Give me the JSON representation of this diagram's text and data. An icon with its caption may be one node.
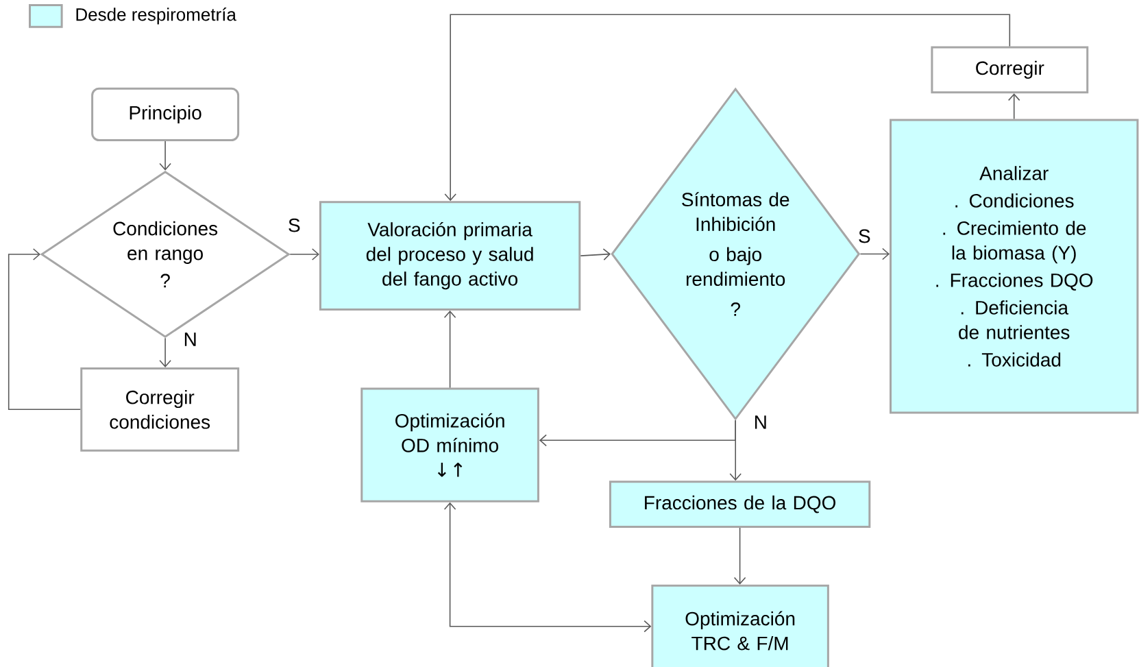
{
  "diagram": {
    "nodes": [
      {
        "text": [
          "Principio"
        ]
      },
      {
        "text": [
          "Condiciones en rango",
          "?"
        ]
      },
      {
        "text": [
          "Corregir condiciones"
        ]
      },
      {
        "text": [
          "Valoración primaria del proceso y salud del fango activo"
        ]
      },
      {
        "text": [
          "Síntomas de Inhibición",
          "o bajo rendimiento",
          "?"
        ]
      },
      {
        "text": [
          "Analizar",
          ". Condiciones",
          ". Crecimiento de la biomasa (Y)",
          ". Fracciones DQO",
          ". Deficiencia de nutrientes",
          ". Toxicidad"
        ]
      },
      {
        "text": [
          "Corregir"
        ]
      },
      {
        "text": [
          "Optimización OD mínimo",
          "↓↑"
        ]
      },
      {
        "text": [
          "Fracciones de la DQO"
        ]
      },
      {
        "text": [
          "Optimización TRC & F/M"
        ]
      }
    ],
    "edges": [
      {
        "from": 0,
        "to": 1,
        "arrow": "to"
      },
      {
        "from": 1,
        "to": 3,
        "arrow": "to",
        "label": "S"
      },
      {
        "from": 1,
        "to": 2,
        "arrow": "to",
        "label": "N"
      },
      {
        "from": 2,
        "to": 1,
        "arrow": "to"
      },
      {
        "from": 3,
        "to": 4,
        "arrow": "to"
      },
      {
        "from": 4,
        "to": 5,
        "arrow": "to",
        "label": "S"
      },
      {
        "from": 5,
        "to": 6,
        "arrow": "to"
      },
      {
        "from": 6,
        "to": 3,
        "arrow": "to"
      },
      {
        "from": 4,
        "to": 7,
        "arrow": "to",
        "label": "N"
      },
      {
        "from": 4,
        "to": 8,
        "arrow": "to"
      },
      {
        "from": 7,
        "to": 3,
        "arrow": "to"
      },
      {
        "from": 8,
        "to": 9,
        "arrow": "to"
      },
      {
        "from": 7,
        "to": 9,
        "arrow": "both"
      }
    ],
    "legend": [
      {
        "text": "Desde respirometría",
        "color": "#ccffff"
      }
    ]
  }
}
